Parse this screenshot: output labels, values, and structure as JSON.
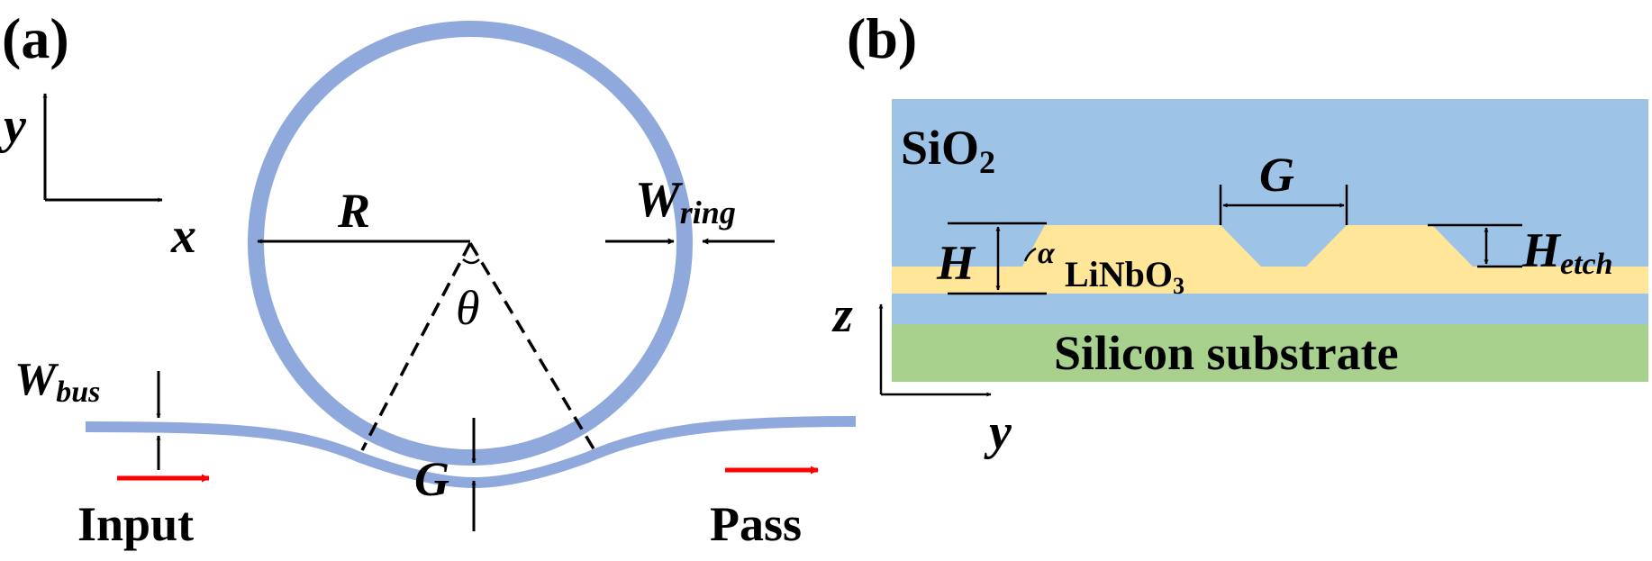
{
  "panel_a": {
    "label": "(a)",
    "axis_y": "y",
    "axis_x": "x",
    "radius_label": "R",
    "ring_width": {
      "main": "W",
      "sub": "ring"
    },
    "angle_label": "θ",
    "bus_width": {
      "main": "W",
      "sub": "bus"
    },
    "gap_label": "G",
    "input_label": "Input",
    "pass_label": "Pass"
  },
  "panel_b": {
    "label": "(b)",
    "cladding": {
      "main": "SiO",
      "sub": "2"
    },
    "gap_label": "G",
    "height_label": "H",
    "angle_label": "α",
    "film": {
      "main": "LiNbO",
      "sub": "3"
    },
    "etch_height": {
      "main": "H",
      "sub": "etch"
    },
    "axis_z": "z",
    "axis_y": "y",
    "substrate_label": "Silicon substrate"
  },
  "colors": {
    "waveguide": "#8fa9dc",
    "oxide": "#9dc3e6",
    "linbo3": "#ffe699",
    "substrate": "#a9d18e",
    "arrow_red": "#ff0000"
  }
}
